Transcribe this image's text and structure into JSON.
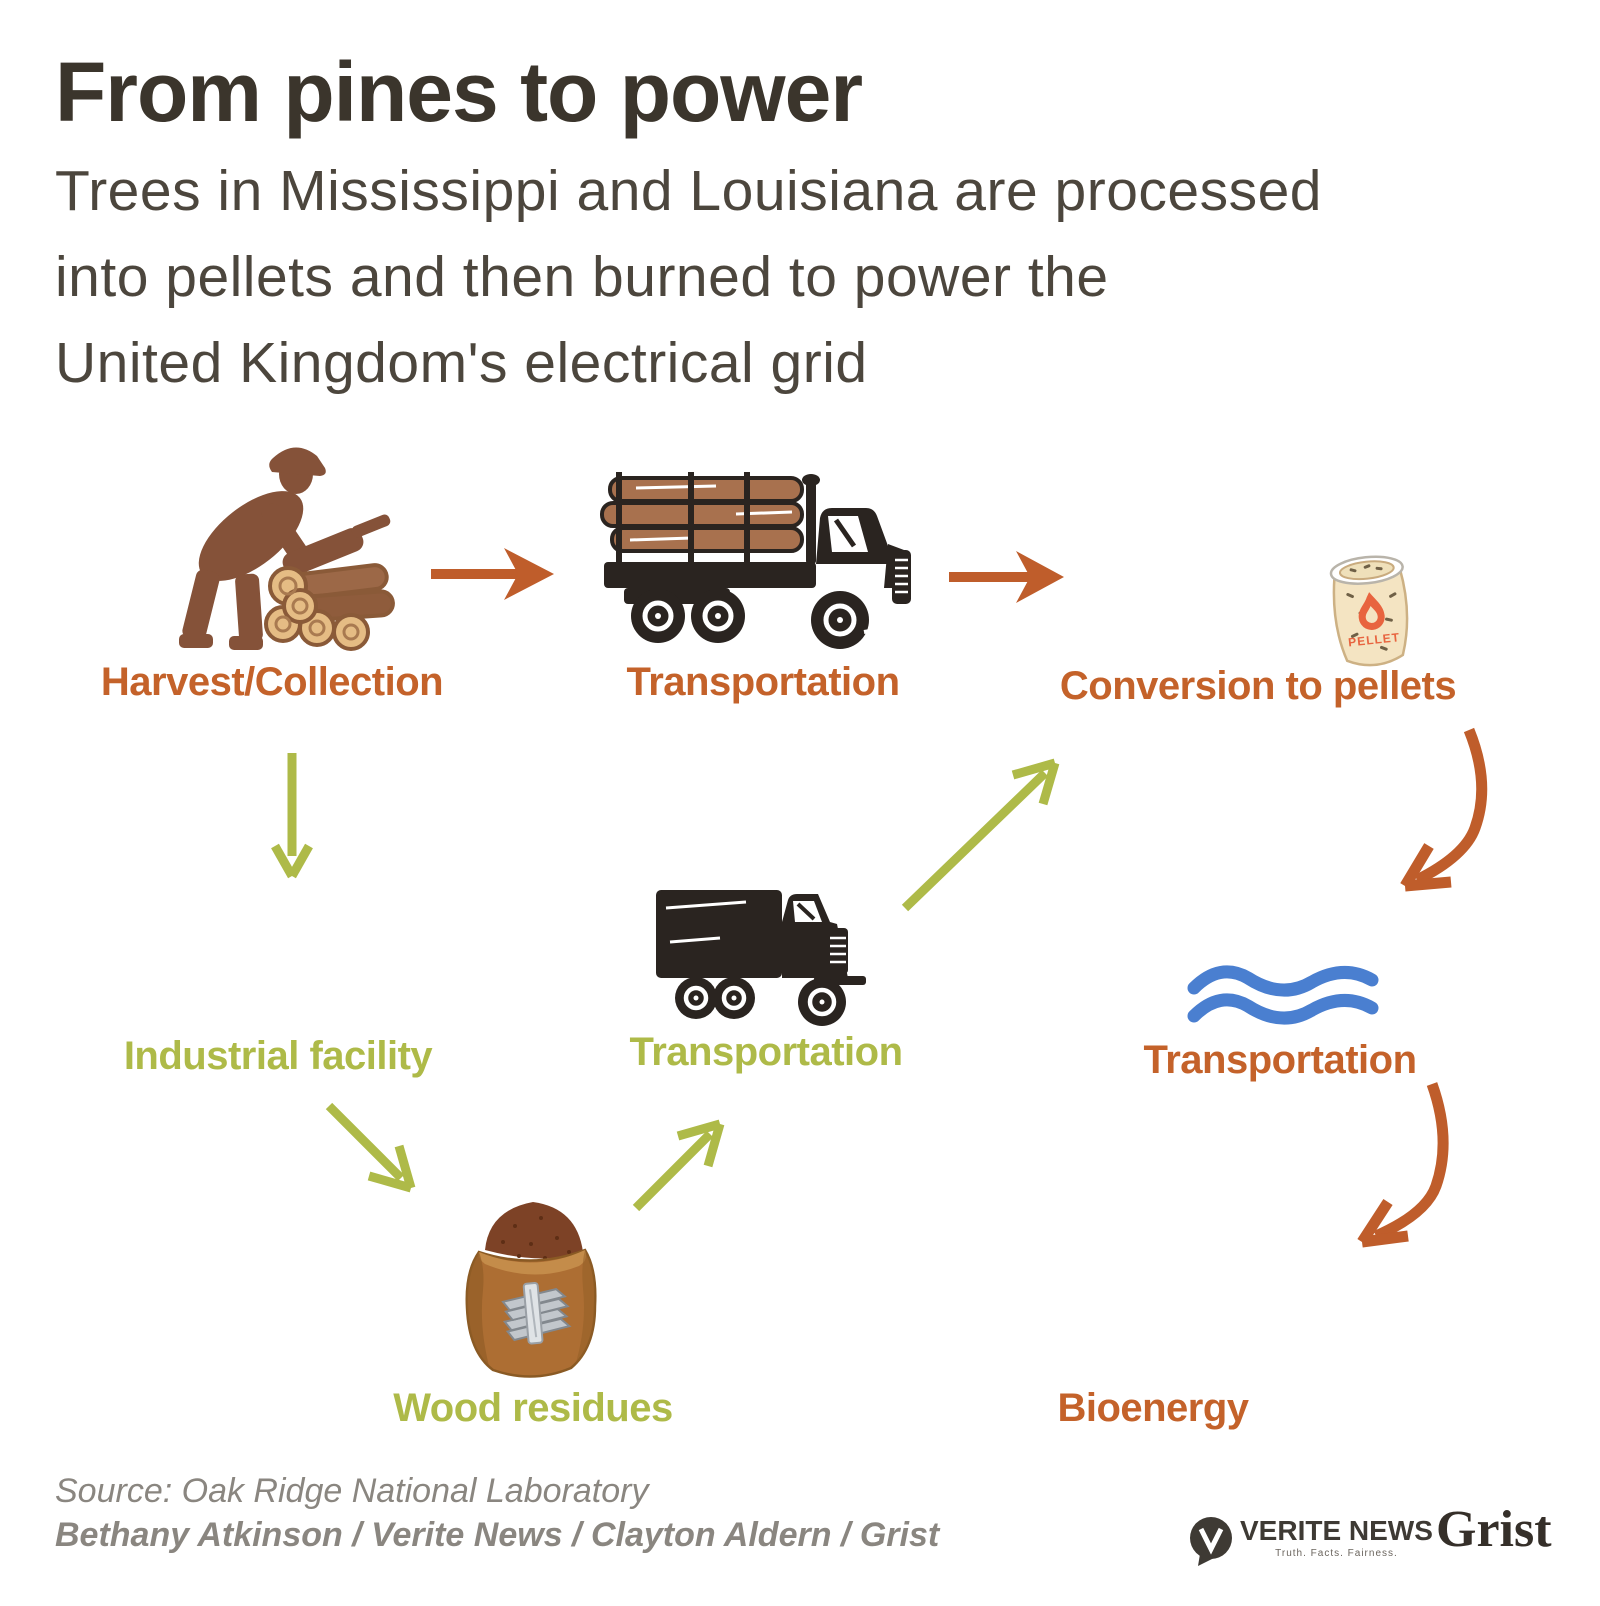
{
  "header": {
    "title": "From pines to power",
    "subtitle_lines": [
      "Trees in Mississippi and Louisiana are processed",
      "into pellets and then burned to power the",
      "United Kingdom's electrical grid"
    ]
  },
  "flow": {
    "harvest_label": "Harvest/Collection",
    "transport_logs_label": "Transportation",
    "conversion_label": "Conversion to pellets",
    "industrial_label": "Industrial facility",
    "transport_residues_label": "Transportation",
    "wood_residues_label": "Wood residues",
    "transport_sea_label": "Transportation",
    "bioenergy_label": "Bioenergy",
    "pellet_bag_text": "PELLET"
  },
  "colors": {
    "orange_label": "#c4622a",
    "orange_arrow": "#bf5d2b",
    "green": "#aeba48",
    "blue_waves": "#4a7fd0",
    "title_gray": "#3b352c",
    "subtitle_gray": "#4c463d",
    "footer_gray": "#8a8680"
  },
  "icons": {
    "harvest": "lumberjack-cutting-logs",
    "transport_logs": "log-truck",
    "conversion": "pellet-bag",
    "transport_residues": "box-truck",
    "wood_residues": "sack-of-wood-residues",
    "transport_sea": "water-waves"
  },
  "footer": {
    "source": "Source: Oak Ridge National Laboratory",
    "credits": "Bethany Atkinson / Verite News / Clayton Aldern / Grist",
    "verite_name": "VERITE NEWS",
    "verite_tagline": "Truth. Facts. Fairness.",
    "grist_name": "Grist"
  }
}
